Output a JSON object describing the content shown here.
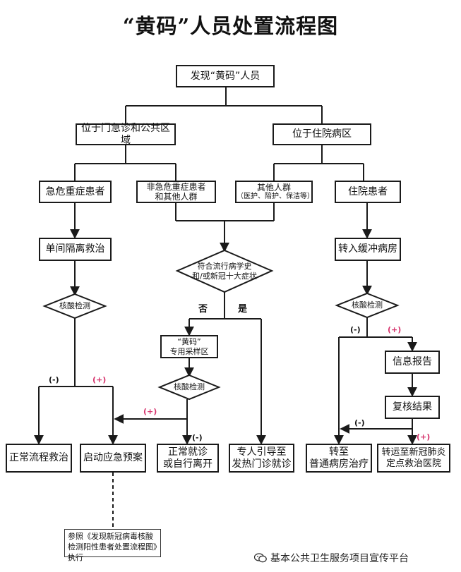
{
  "title": "“黄码”人员处置流程图",
  "nodes": {
    "start": "发现“黄码”人员",
    "outpatient": "位于门急诊和公共区域",
    "inpatient_area": "位于住院病区",
    "critical": "急危重症患者",
    "noncritical_line1": "非急危重症患者",
    "noncritical_line2": "和其他人群",
    "others_line1": "其他人群",
    "others_line2": "（医护、陪护、保洁等）",
    "inpatient": "住院患者",
    "isolation": "单间隔离救治",
    "buffer": "转入缓冲病房",
    "epi_line1": "符合流行病学史",
    "epi_line2": "和/或新冠十大症状",
    "test_left": "核酸检测",
    "test_mid": "核酸检测",
    "test_right": "核酸检测",
    "sampling_line1": "“黄码”",
    "sampling_line2": "专用采样区",
    "report": "信息报告",
    "recheck": "复核结果",
    "normal_rescue": "正常流程救治",
    "emergency_plan": "启动应急预案",
    "normal_visit_line1": "正常就诊",
    "normal_visit_line2": "或自行离开",
    "fever_clinic_line1": "专人引导至",
    "fever_clinic_line2": "发热门诊就诊",
    "general_ward_line1": "转至",
    "general_ward_line2": "普通病房治疗",
    "designated_line1": "转运至新冠肺炎",
    "designated_line2": "定点救治医院"
  },
  "labels": {
    "no": "否",
    "yes": "是",
    "neg_left": "(-)",
    "pos_left": "(+)",
    "pos_mid": "(+)",
    "neg_mid": "(-)",
    "neg_right": "(-)",
    "pos_right": "(+)",
    "neg_recheck": "(-)",
    "pos_recheck": "(+)"
  },
  "note": "参照《发现新冠病毒核酸检测阳性患者处置流程图》执行",
  "watermark": "基本公共卫生服务项目宣传平台",
  "colors": {
    "line": "#1a1a1a",
    "positive": "#d6336c"
  }
}
